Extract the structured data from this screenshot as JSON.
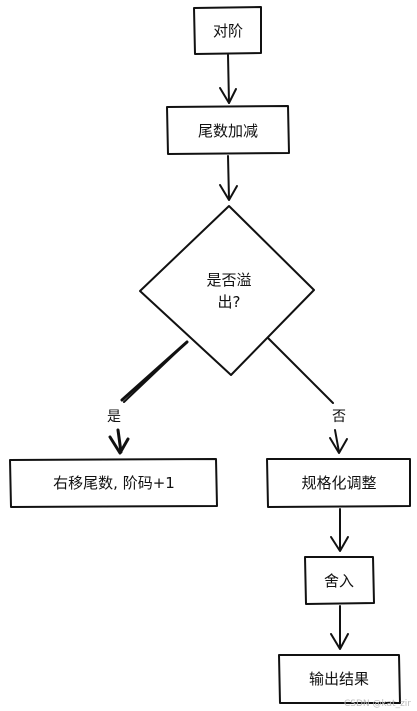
{
  "nodes": {
    "align": "对阶",
    "mantissa_add_sub": "尾数加减",
    "overflow_question_line1": "是否溢",
    "overflow_question_line2": "出?",
    "shift_right": "右移尾数, 阶码+1",
    "normalize": "规格化调整",
    "round": "舍入",
    "output": "输出结果"
  },
  "edges": {
    "yes_label": "是",
    "no_label": "否"
  },
  "watermark": "CSDN @kat_zir"
}
